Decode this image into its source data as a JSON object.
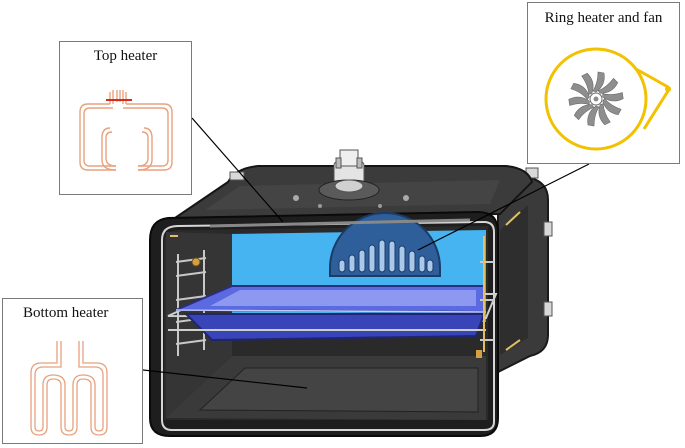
{
  "callouts": {
    "top_heater": {
      "label": "Top heater"
    },
    "ring_heater": {
      "label": "Ring heater and fan"
    },
    "bottom_heater": {
      "label": "Bottom heater"
    }
  },
  "colors": {
    "heater_element": "#e8a27e",
    "heater_terminal": "#d62a1a",
    "ring_heater": "#f2c100",
    "fan_blade": "#8e8e8e",
    "oven_body": "#2b2b2b",
    "oven_cavity_back": "#45b4f0",
    "fan_cover": "#3a6fa8",
    "tray": "#4653c9",
    "callout_line": "#000000"
  }
}
